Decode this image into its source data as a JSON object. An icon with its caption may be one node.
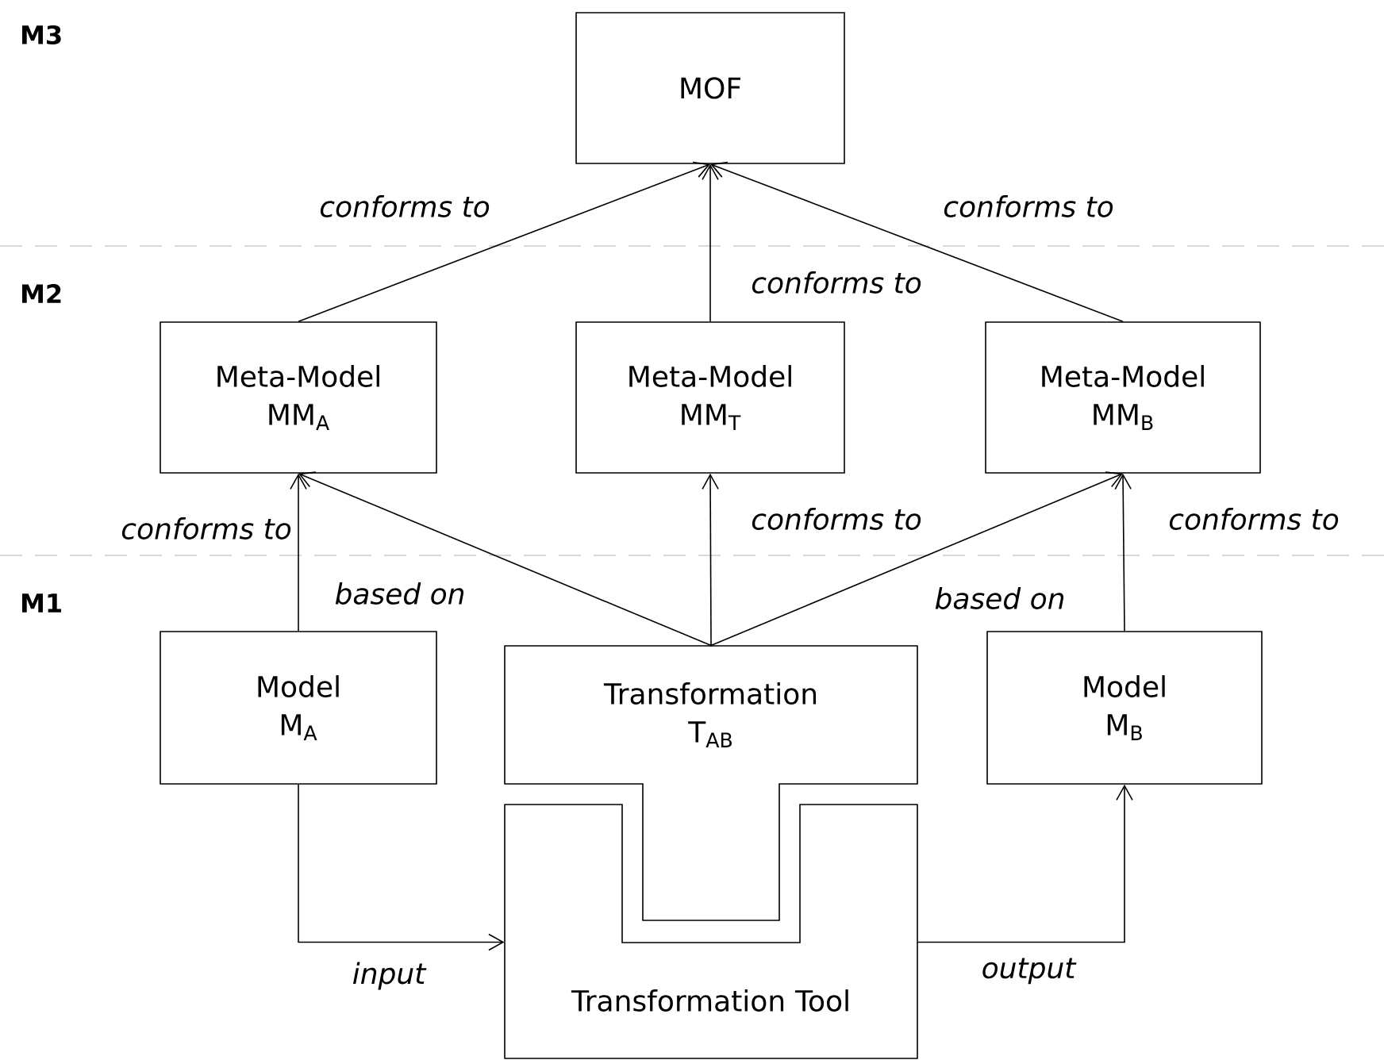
{
  "diagram": {
    "nodes": [
      {
        "text": [
          "MOF"
        ]
      },
      {
        "text": [
          "Meta-Model MM$_{A}$"
        ]
      },
      {
        "text": [
          "Meta-Model MM$_{T}$"
        ]
      },
      {
        "text": [
          "Meta-Model MM$_{B}$"
        ]
      },
      {
        "text": [
          "Model M$_{A}$"
        ]
      },
      {
        "text": [
          "Transformation T$_{AB}$"
        ]
      },
      {
        "text": [
          "Model M$_{B}$"
        ]
      },
      {
        "text": [
          "Transformation Tool"
        ]
      }
    ],
    "edges": [
      {
        "from": 1,
        "to": 0,
        "arrow": "to",
        "label": "conforms to"
      },
      {
        "from": 2,
        "to": 0,
        "arrow": "to",
        "label": "conforms to"
      },
      {
        "from": 3,
        "to": 0,
        "arrow": "to",
        "label": "conforms to"
      },
      {
        "from": 4,
        "to": 1,
        "arrow": "to",
        "label": "conforms to"
      },
      {
        "from": 5,
        "to": 1,
        "arrow": "to",
        "label": "based on"
      },
      {
        "from": 5,
        "to": 2,
        "arrow": "to",
        "label": "conforms to"
      },
      {
        "from": 5,
        "to": 3,
        "arrow": "to",
        "label": "based on"
      },
      {
        "from": 6,
        "to": 3,
        "arrow": "to",
        "label": "conforms to"
      },
      {
        "from": 4,
        "to": 7,
        "arrow": "to",
        "label": "input"
      },
      {
        "from": 7,
        "to": 6,
        "arrow": "to",
        "label": "output"
      }
    ],
    "labels": [
      "M3",
      "M2",
      "M1"
    ]
  }
}
